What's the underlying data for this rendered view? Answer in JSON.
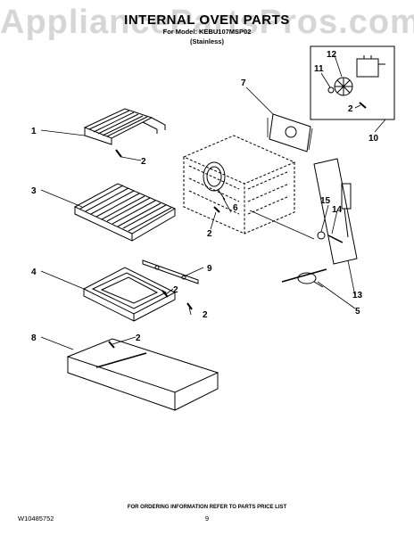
{
  "watermark": "AppliancePartsPros.com",
  "header": {
    "title": "INTERNAL OVEN PARTS",
    "subtitle": "For Model: KEBU107MSP02",
    "finish": "(Stainless)"
  },
  "callouts": {
    "c1": "1",
    "c2a": "2",
    "c3": "3",
    "c4": "4",
    "c2b": "2",
    "c2c": "2",
    "c8": "8",
    "c2d": "2",
    "c9": "9",
    "c7": "7",
    "c6": "6",
    "c2e": "2",
    "c12": "12",
    "c11": "11",
    "c2f": "2",
    "c10": "10",
    "c15": "15",
    "c14": "14",
    "c13": "13",
    "c5": "5"
  },
  "footer": {
    "note": "FOR ORDERING INFORMATION REFER TO PARTS PRICE LIST",
    "doc_number": "W10485752",
    "page_number": "9"
  }
}
